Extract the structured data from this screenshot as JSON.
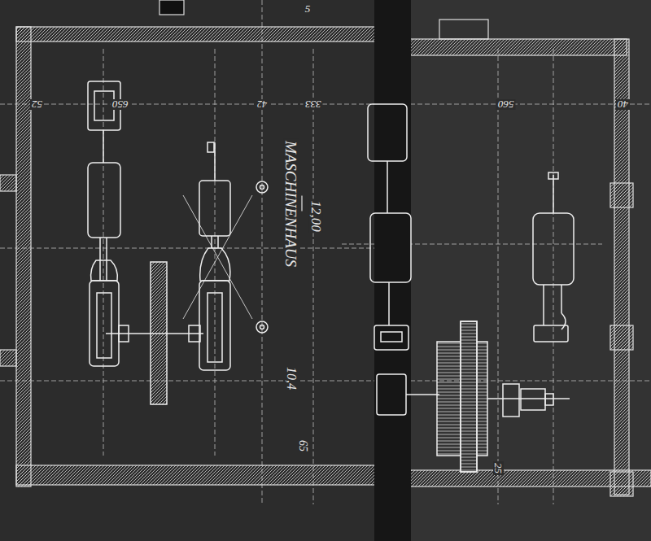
{
  "diagram": {
    "labels": [
      "MASCHINENHAUS",
      "12,00",
      "10,4",
      "65",
      "52",
      "650",
      "42",
      "333",
      "560",
      "40",
      "25",
      "5"
    ]
  }
}
